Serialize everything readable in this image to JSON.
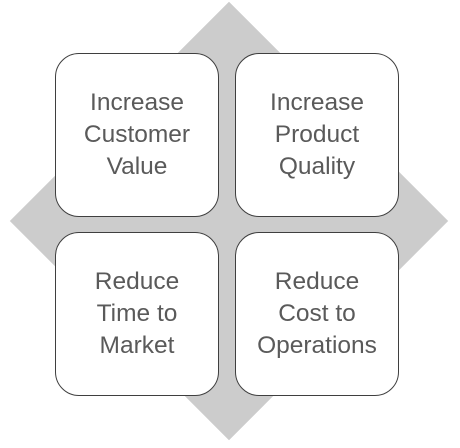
{
  "colors": {
    "diamond": "#cccccc",
    "box_fill": "#ffffff",
    "box_border": "#3f3f3f",
    "text": "#5a5a5a"
  },
  "quadrants": {
    "top_left": "Increase\nCustomer\nValue",
    "top_right": "Increase\nProduct\nQuality",
    "bottom_left": "Reduce\nTime to\nMarket",
    "bottom_right": "Reduce\nCost to\nOperations"
  }
}
